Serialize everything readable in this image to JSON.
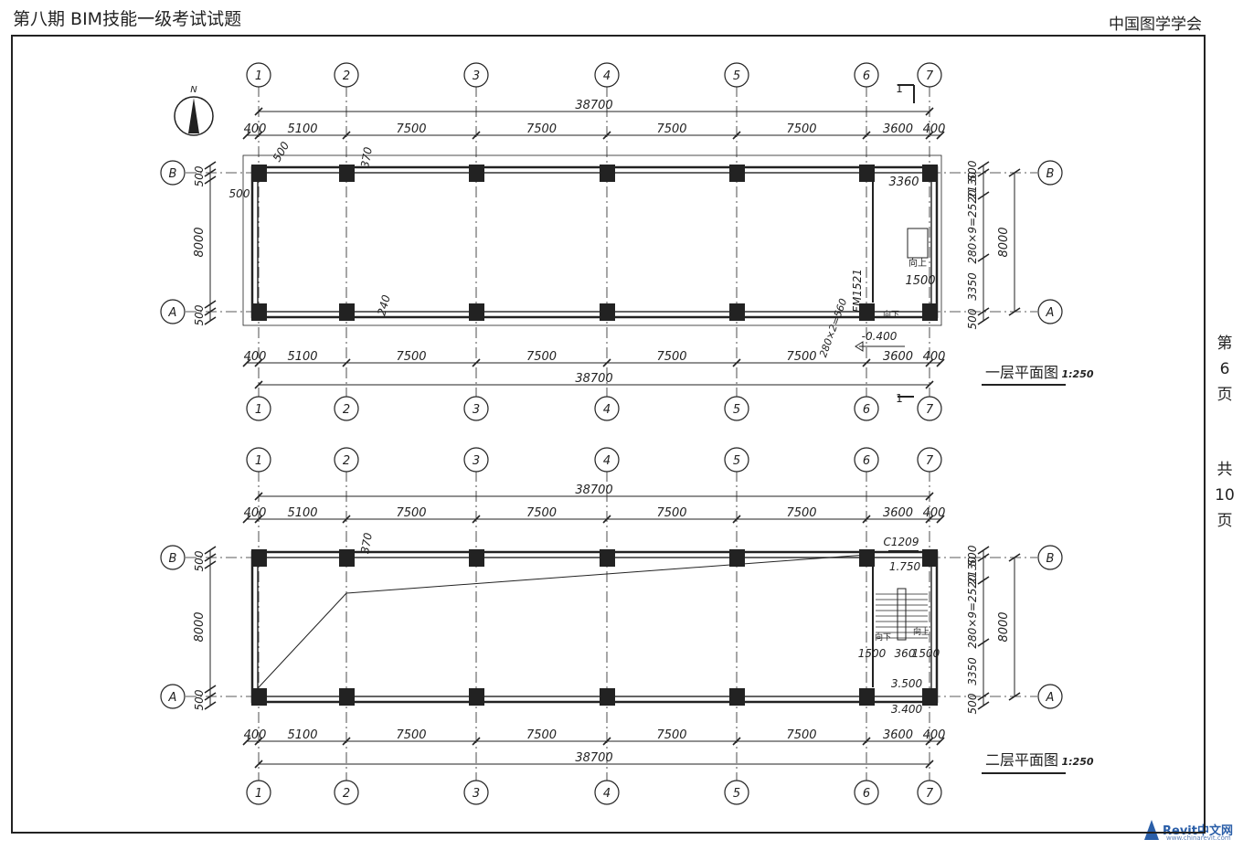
{
  "header": {
    "title_left": "第八期 BIM技能一级考试试题",
    "title_right": "中国图学学会"
  },
  "side": {
    "page_chars": [
      "第",
      "6",
      "页"
    ],
    "total_chars": [
      "共",
      "10",
      "页"
    ]
  },
  "watermark": {
    "brand": "Revit中文网",
    "url": "www.chinarevit.com"
  },
  "compass_label": "N",
  "grid": {
    "columns": [
      "1",
      "2",
      "3",
      "4",
      "5",
      "6",
      "7"
    ],
    "rows": [
      "B",
      "A"
    ]
  },
  "dims": {
    "total": "38700",
    "spans": [
      "400",
      "5100",
      "7500",
      "7500",
      "7500",
      "7500",
      "3600",
      "400"
    ],
    "left_vertical": [
      "500",
      "8000",
      "500"
    ],
    "right_vertical": [
      "500",
      "2130",
      "280×9=2520",
      "3350",
      "500"
    ],
    "right_total": "8000"
  },
  "plan1": {
    "title": "一层平面图",
    "scale": "1:250",
    "section_mark": "1",
    "labels": {
      "d500_a": "500",
      "d370": "370",
      "d500_b": "500",
      "d240": "240",
      "d3360": "3360",
      "d1500": "1500",
      "door": "FM1521",
      "stair_up": "向上",
      "stair_down": "向下",
      "stair_dim": "280×2=560",
      "level": "-0.400"
    }
  },
  "plan2": {
    "title": "二层平面图",
    "scale": "1:250",
    "labels": {
      "d370": "370",
      "window": "C1209",
      "level_top": "1.750",
      "stair_down": "向下",
      "stair_up": "向上",
      "d1500_a": "1500",
      "d360": "360",
      "d1500_b": "1500",
      "level_mid": "3.500",
      "level_low": "3.400"
    }
  }
}
